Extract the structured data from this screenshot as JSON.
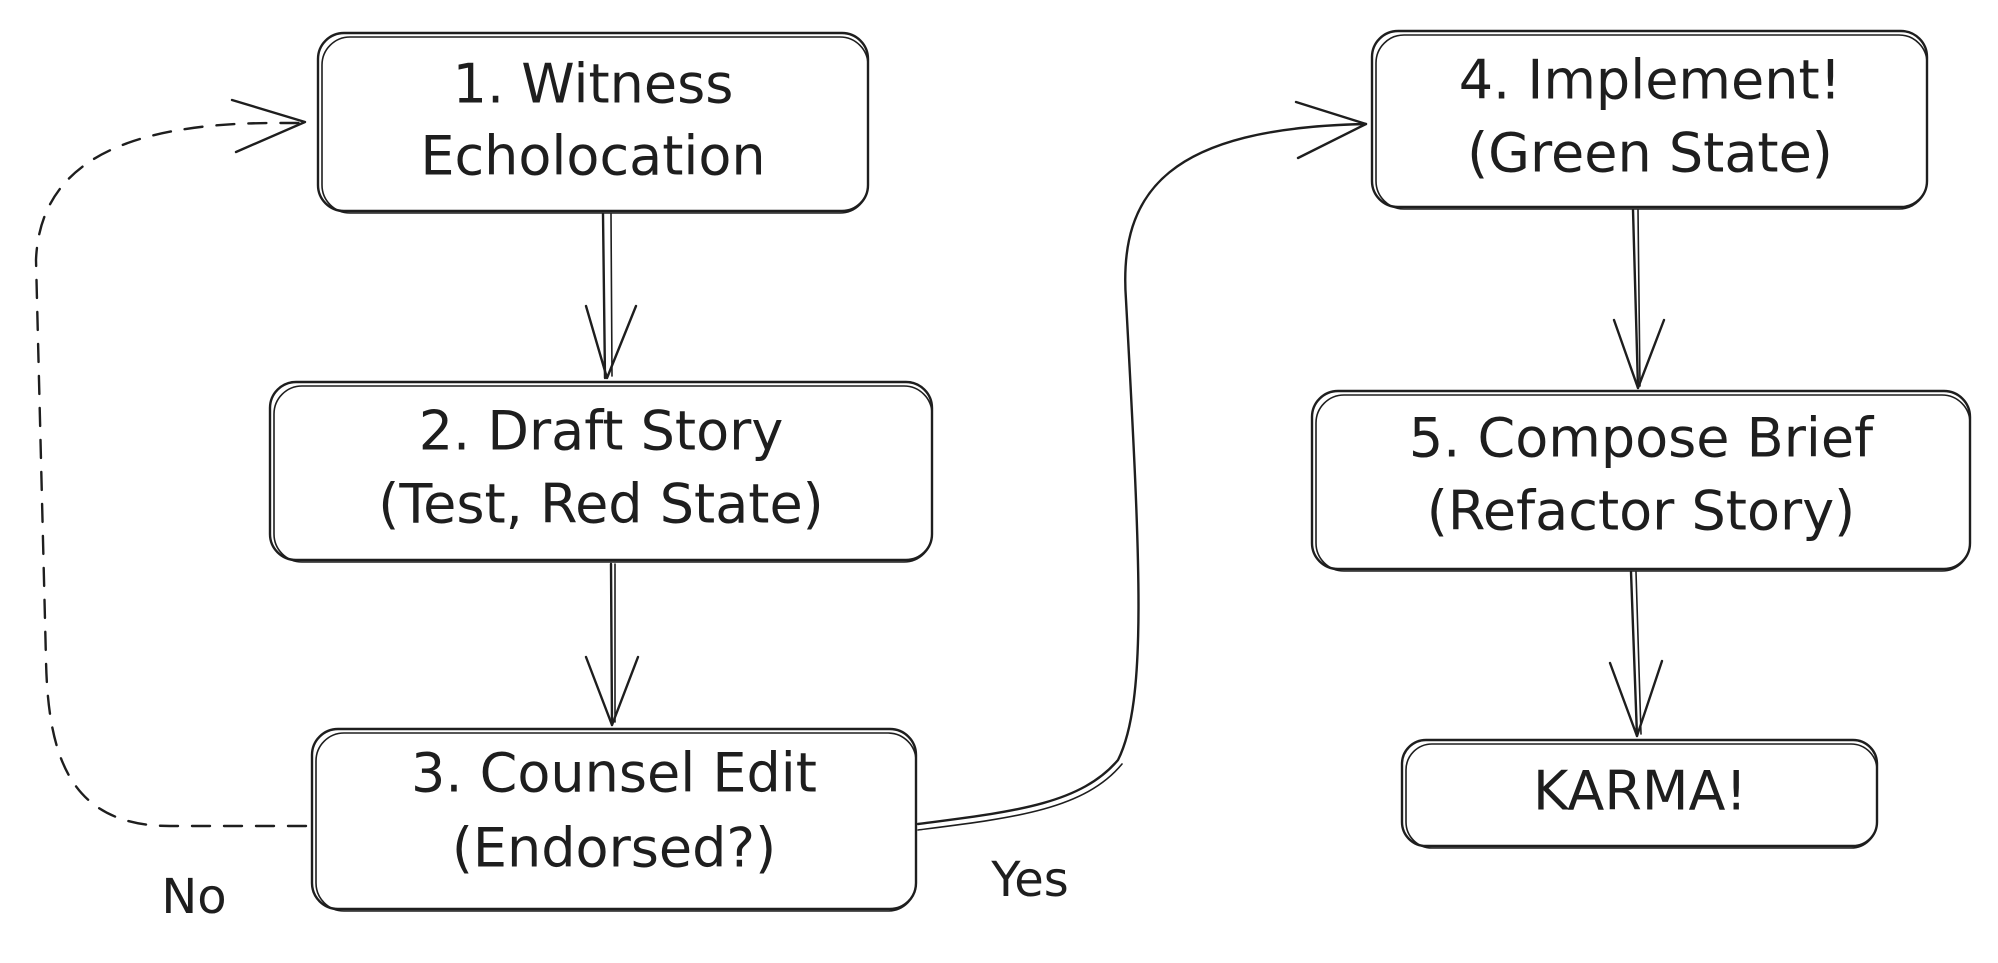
{
  "nodes": {
    "witness": {
      "line1": "1. Witness",
      "line2": "Echolocation"
    },
    "draft": {
      "line1": "2. Draft Story",
      "line2": "(Test, Red State)"
    },
    "counsel": {
      "line1": "3. Counsel Edit",
      "line2": "(Endorsed?)"
    },
    "implement": {
      "line1": "4. Implement!",
      "line2": "(Green State)"
    },
    "compose": {
      "line1": "5. Compose Brief",
      "line2": "(Refactor Story)"
    },
    "karma": {
      "line1": "KARMA!"
    }
  },
  "edges": {
    "no_label": "No",
    "yes_label": "Yes"
  },
  "colors": {
    "stroke": "#1e1e1e",
    "background": "#ffffff"
  }
}
